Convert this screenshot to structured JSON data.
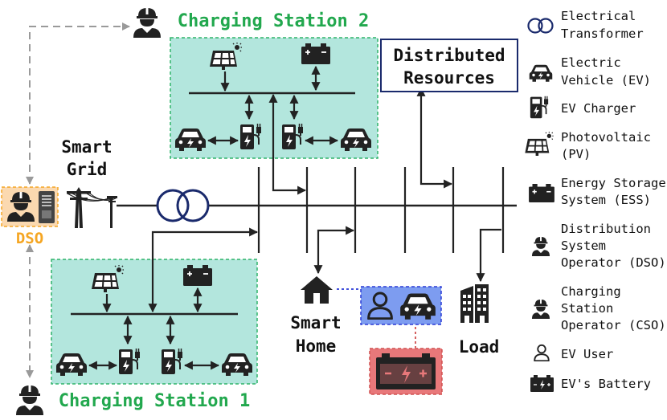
{
  "stations": {
    "cs2_title": "Charging Station 2",
    "cs1_title": "Charging Station 1"
  },
  "labels": {
    "distributed_line1": "Distributed",
    "distributed_line2": "Resources",
    "smart_grid_line1": "Smart",
    "smart_grid_line2": "Grid",
    "dso": "DSO",
    "smart_home_line1": "Smart",
    "smart_home_line2": "Home",
    "load": "Load"
  },
  "legend": [
    {
      "icon": "transformer-icon",
      "lines": [
        "Electrical",
        "Transformer"
      ]
    },
    {
      "icon": "electric-vehicle-icon",
      "lines": [
        "Electric",
        "Vehicle (EV)"
      ]
    },
    {
      "icon": "ev-charger-icon",
      "lines": [
        "EV Charger"
      ]
    },
    {
      "icon": "solar-panel-icon",
      "lines": [
        "Photovoltaic",
        "(PV)"
      ]
    },
    {
      "icon": "battery-icon",
      "lines": [
        "Energy Storage",
        "System (ESS)"
      ]
    },
    {
      "icon": "dso-operator-icon",
      "lines": [
        "Distribution",
        "System",
        "Operator (DSO)"
      ]
    },
    {
      "icon": "cso-operator-icon",
      "lines": [
        "Charging",
        "Station",
        "Operator (CSO)"
      ]
    },
    {
      "icon": "ev-user-icon",
      "lines": [
        "EV User"
      ]
    },
    {
      "icon": "ev-battery-icon",
      "lines": [
        "EV's Battery"
      ]
    }
  ],
  "colors": {
    "station_fill": "#b3e6dd",
    "station_border": "#2fb36a",
    "station_title": "#22a84e",
    "dso_fill": "#fbd9b0",
    "dso_text": "#f5a623",
    "user_ev_fill": "#7d9cf0",
    "user_ev_border": "#2b3bd6",
    "battery_fill": "#e8787a",
    "battery_border": "#d05050",
    "transformer": "#1a2a6c",
    "line": "#222222",
    "dashed": "#9a9a9a"
  }
}
